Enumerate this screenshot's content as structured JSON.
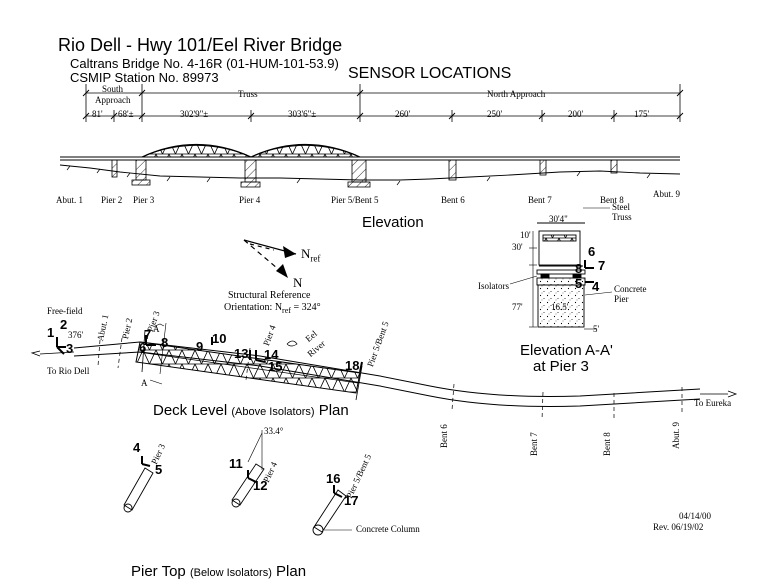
{
  "header": {
    "title": "Rio Dell - Hwy 101/Eel River Bridge",
    "line1": "Caltrans Bridge No. 4-16R (01-HUM-101-53.9)",
    "line2": "CSMIP Station No. 89973",
    "heading": "SENSOR LOCATIONS"
  },
  "elevation": {
    "segments": {
      "south": "South",
      "approach": "Approach",
      "truss": "Truss",
      "north": "North Approach"
    },
    "spans": [
      "81'",
      "68'±",
      "302'9\"±",
      "303'6\"±",
      "260'",
      "250'",
      "200'",
      "175'"
    ],
    "supports": [
      "Abut. 1",
      "Pier 2",
      "Pier 3",
      "Pier 4",
      "Pier 5/Bent 5",
      "Bent 6",
      "Bent 7",
      "Bent 8",
      "Abut. 9"
    ],
    "caption": "Elevation"
  },
  "orientation": {
    "n_ref": "N",
    "n_ref_sub": "ref",
    "n": "N",
    "label1": "Structural Reference",
    "label2_prefix": "Orientation: N",
    "label2_sub": "ref",
    "label2_suffix": " = 324°"
  },
  "section": {
    "width": "30'4\"",
    "steel": "Steel",
    "truss": "Truss",
    "d10": "10'",
    "d30": "30'",
    "d77": "77'",
    "isolators": "Isolators",
    "concrete": "Concrete",
    "pier": "Pier",
    "pier_w": "16.5'",
    "d5": "5'",
    "caption1": "Elevation A-A'",
    "caption2": "at Pier 3",
    "sensors": [
      "6",
      "7",
      "8",
      "5",
      "4"
    ]
  },
  "deck": {
    "free_field": "Free-field",
    "dist": "376'",
    "to_left": "To Rio Dell",
    "to_right": "To Eureka",
    "eel": "Eel",
    "river": "River",
    "supports": [
      "Abut. 1",
      "Pier 2",
      "Pier 3",
      "Pier 4",
      "Pier 5/Bent 5",
      "Bent 6",
      "Bent 7",
      "Bent 8",
      "Abut. 9"
    ],
    "section_mark": "A",
    "section_mark2": "A",
    "caption_a": "Deck Level",
    "caption_b": "(Above Isolators)",
    "caption_c": "Plan",
    "sensors": [
      "1",
      "2",
      "3",
      "6",
      "7",
      "8",
      "9",
      "10",
      "13",
      "14",
      "15",
      "18"
    ]
  },
  "pier_top": {
    "labels": [
      "Pier 3",
      "Pier 4",
      "Pier 5/Bent 5"
    ],
    "angle": "33.4°",
    "column": "Concrete Column",
    "caption_a": "Pier Top",
    "caption_b": "(Below Isolators)",
    "caption_c": "Plan",
    "sensors": [
      "4",
      "5",
      "11",
      "12",
      "16",
      "17"
    ]
  },
  "footer": {
    "date1": "04/14/00",
    "date2": "Rev. 06/19/02"
  }
}
